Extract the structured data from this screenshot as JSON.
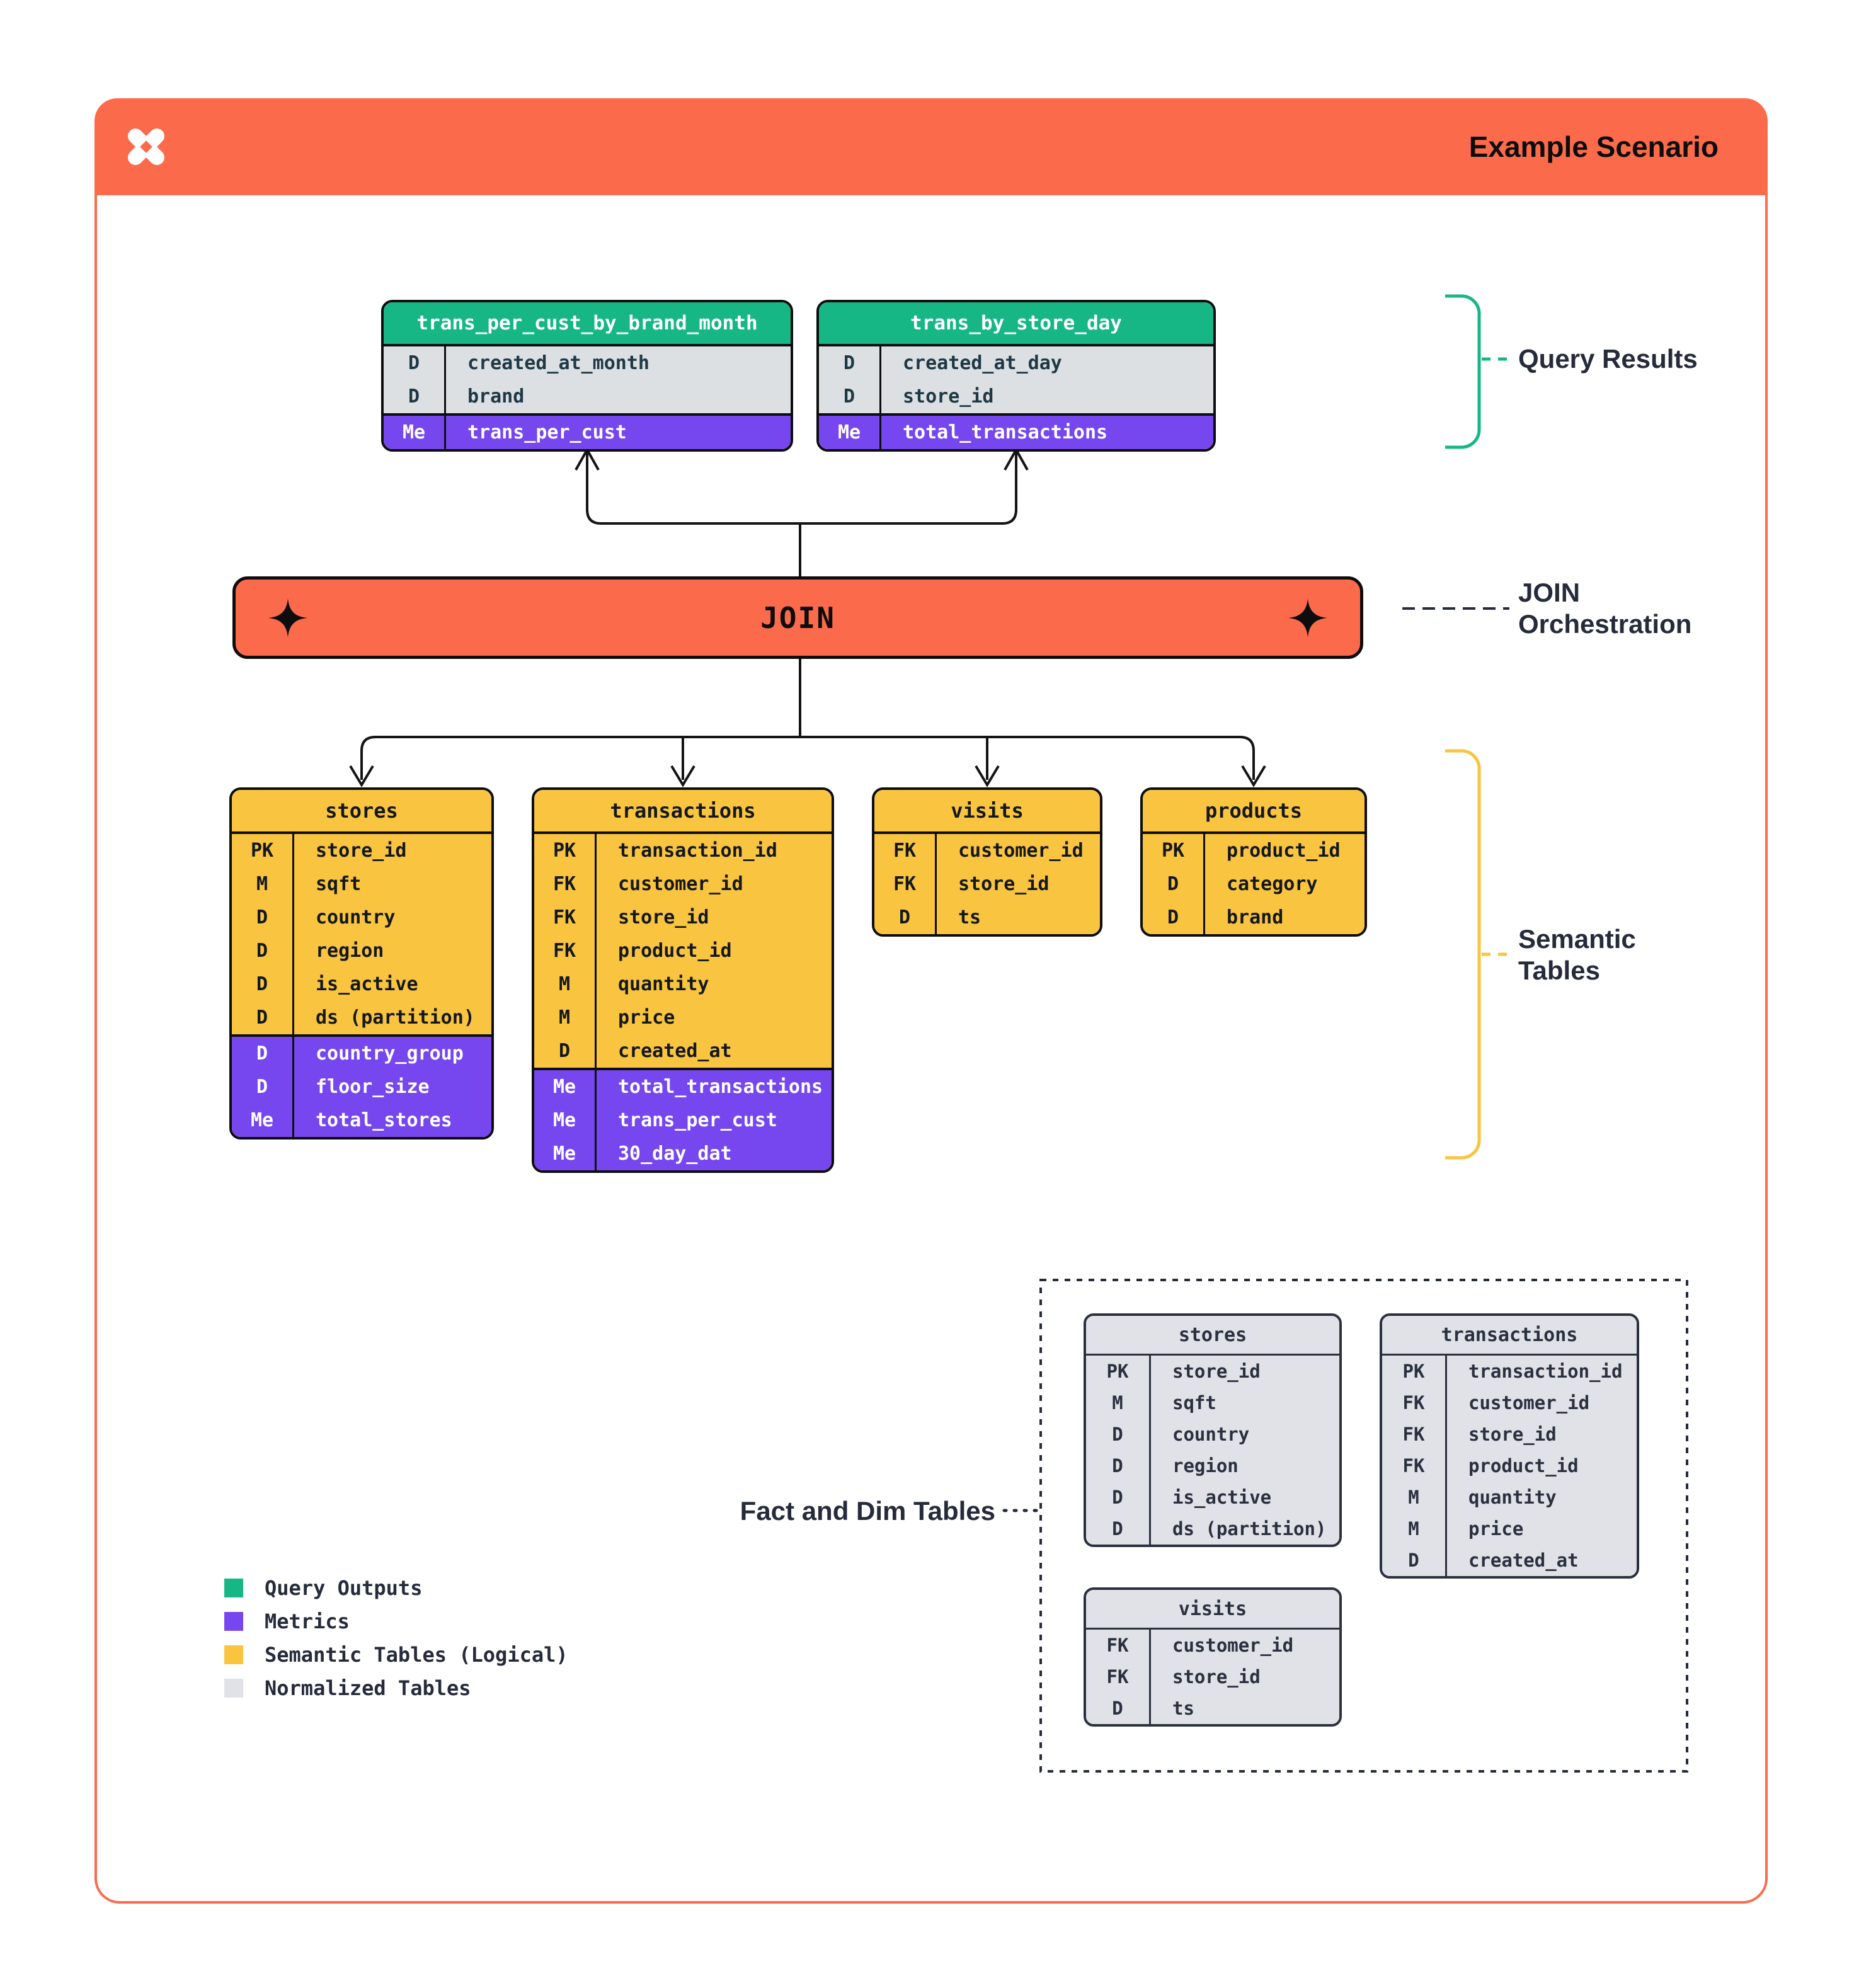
{
  "header": {
    "title": "Example Scenario",
    "logo": "pinwheel-x-icon",
    "color": "#FB6B4B"
  },
  "colors": {
    "query_outputs": "#16B685",
    "metrics": "#7646EE",
    "semantic_tables": "#F9C440",
    "normalized_tables": "#E0E2E7",
    "orchestration": "#FB6B4B",
    "label_text": "#262B3B"
  },
  "query_results": {
    "label": "Query Results",
    "tables": [
      {
        "name": "trans_per_cust_by_brand_month",
        "dims": [
          [
            "D",
            "created_at_month"
          ],
          [
            "D",
            "brand"
          ]
        ],
        "metrics": [
          [
            "Me",
            "trans_per_cust"
          ]
        ]
      },
      {
        "name": "trans_by_store_day",
        "dims": [
          [
            "D",
            "created_at_day"
          ],
          [
            "D",
            "store_id"
          ]
        ],
        "metrics": [
          [
            "Me",
            "total_transactions"
          ]
        ]
      }
    ]
  },
  "join": {
    "label": "JOIN",
    "annotation_line1": "JOIN",
    "annotation_line2": "Orchestration"
  },
  "semantic_tables": {
    "label_line1": "Semantic",
    "label_line2": "Tables",
    "tables": [
      {
        "name": "stores",
        "columns": [
          [
            "PK",
            "store_id"
          ],
          [
            "M",
            "sqft"
          ],
          [
            "D",
            "country"
          ],
          [
            "D",
            "region"
          ],
          [
            "D",
            "is_active"
          ],
          [
            "D",
            "ds (partition)"
          ]
        ],
        "metrics": [
          [
            "D",
            "country_group"
          ],
          [
            "D",
            "floor_size"
          ],
          [
            "Me",
            "total_stores"
          ]
        ]
      },
      {
        "name": "transactions",
        "columns": [
          [
            "PK",
            "transaction_id"
          ],
          [
            "FK",
            "customer_id"
          ],
          [
            "FK",
            "store_id"
          ],
          [
            "FK",
            "product_id"
          ],
          [
            "M",
            "quantity"
          ],
          [
            "M",
            "price"
          ],
          [
            "D",
            "created_at"
          ]
        ],
        "metrics": [
          [
            "Me",
            "total_transactions"
          ],
          [
            "Me",
            "trans_per_cust"
          ],
          [
            "Me",
            "30_day_dat"
          ]
        ]
      },
      {
        "name": "visits",
        "columns": [
          [
            "FK",
            "customer_id"
          ],
          [
            "FK",
            "store_id"
          ],
          [
            "D",
            "ts"
          ]
        ],
        "metrics": []
      },
      {
        "name": "products",
        "columns": [
          [
            "PK",
            "product_id"
          ],
          [
            "D",
            "category"
          ],
          [
            "D",
            "brand"
          ]
        ],
        "metrics": []
      }
    ]
  },
  "normalized_tables": {
    "label": "Fact and Dim Tables",
    "tables": [
      {
        "name": "stores",
        "columns": [
          [
            "PK",
            "store_id"
          ],
          [
            "M",
            "sqft"
          ],
          [
            "D",
            "country"
          ],
          [
            "D",
            "region"
          ],
          [
            "D",
            "is_active"
          ],
          [
            "D",
            "ds (partition)"
          ]
        ]
      },
      {
        "name": "transactions",
        "columns": [
          [
            "PK",
            "transaction_id"
          ],
          [
            "FK",
            "customer_id"
          ],
          [
            "FK",
            "store_id"
          ],
          [
            "FK",
            "product_id"
          ],
          [
            "M",
            "quantity"
          ],
          [
            "M",
            "price"
          ],
          [
            "D",
            "created_at"
          ]
        ]
      },
      {
        "name": "visits",
        "columns": [
          [
            "FK",
            "customer_id"
          ],
          [
            "FK",
            "store_id"
          ],
          [
            "D",
            "ts"
          ]
        ]
      }
    ]
  },
  "legend": {
    "items": [
      {
        "label": "Query Outputs",
        "color": "#16B685"
      },
      {
        "label": "Metrics",
        "color": "#7646EE"
      },
      {
        "label": "Semantic Tables (Logical)",
        "color": "#F9C440"
      },
      {
        "label": "Normalized Tables",
        "color": "#E0E2E7"
      }
    ]
  }
}
